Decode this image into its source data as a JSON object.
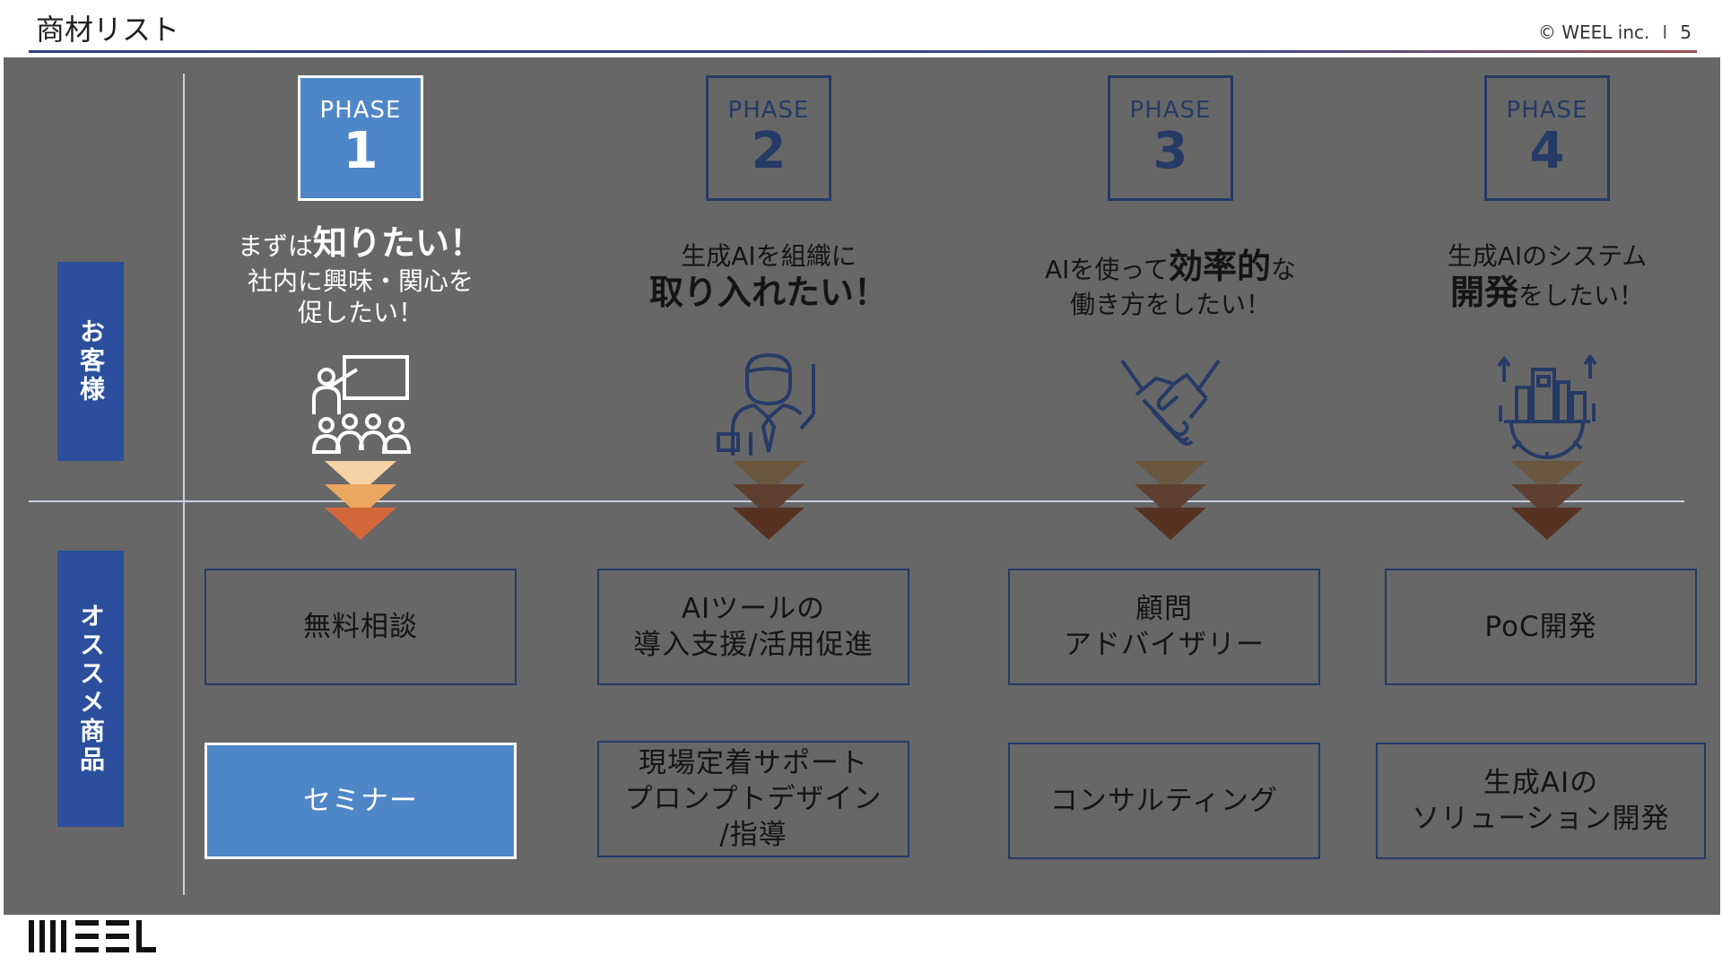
{
  "header": {
    "title": "商材リスト",
    "copyright": "© WEEL inc.",
    "separator": "I",
    "page_number": "5"
  },
  "side_labels": {
    "customer": "お客様",
    "products": "オススメ商品"
  },
  "phases": [
    {
      "label": "PHASE",
      "number": "1",
      "need_lines": [
        {
          "a": "まずは",
          "b": "知りたい！",
          "c": ""
        },
        {
          "a": "社内に興味・関心を",
          "b": "",
          "c": ""
        },
        {
          "a": "促したい！",
          "b": "",
          "c": ""
        }
      ],
      "icon": "seminar-presentation-icon",
      "products": [
        "無料相談",
        "セミナー"
      ]
    },
    {
      "label": "PHASE",
      "number": "2",
      "need_lines": [
        {
          "a": "生成AIを組織に",
          "b": "",
          "c": ""
        },
        {
          "a": "",
          "b": "取り入れたい！",
          "c": ""
        }
      ],
      "icon": "businessman-pointer-icon",
      "products": [
        "AIツールの\n導入支援/活用促進",
        "現場定着サポート\nプロンプトデザイン\n/指導"
      ]
    },
    {
      "label": "PHASE",
      "number": "3",
      "need_lines": [
        {
          "a": "AIを使って",
          "b": "効率的",
          "c": "な"
        },
        {
          "a": "働き方をしたい！",
          "b": "",
          "c": ""
        }
      ],
      "icon": "handshake-icon",
      "products": [
        "顧問\nアドバイザリー",
        "コンサルティング"
      ]
    },
    {
      "label": "PHASE",
      "number": "4",
      "need_lines": [
        {
          "a": "生成AIのシステム",
          "b": "",
          "c": ""
        },
        {
          "a": "",
          "b": "開発",
          "c": "をしたい！"
        }
      ],
      "icon": "system-development-gear-icon",
      "products": [
        "PoC開発",
        "生成AIの\nソリューション開発"
      ]
    }
  ],
  "colors": {
    "panel_bg": "#676767",
    "navy": "#263a66",
    "accent_blue": "#4f86c8",
    "side_blue": "#2b4f9c",
    "chevron_active": [
      "#f6d2a6",
      "#eba660",
      "#d2683a"
    ],
    "chevron_inactive": [
      "#6b5740",
      "#5e4030",
      "#573222"
    ]
  },
  "brand": {
    "logo": "WEEL"
  }
}
